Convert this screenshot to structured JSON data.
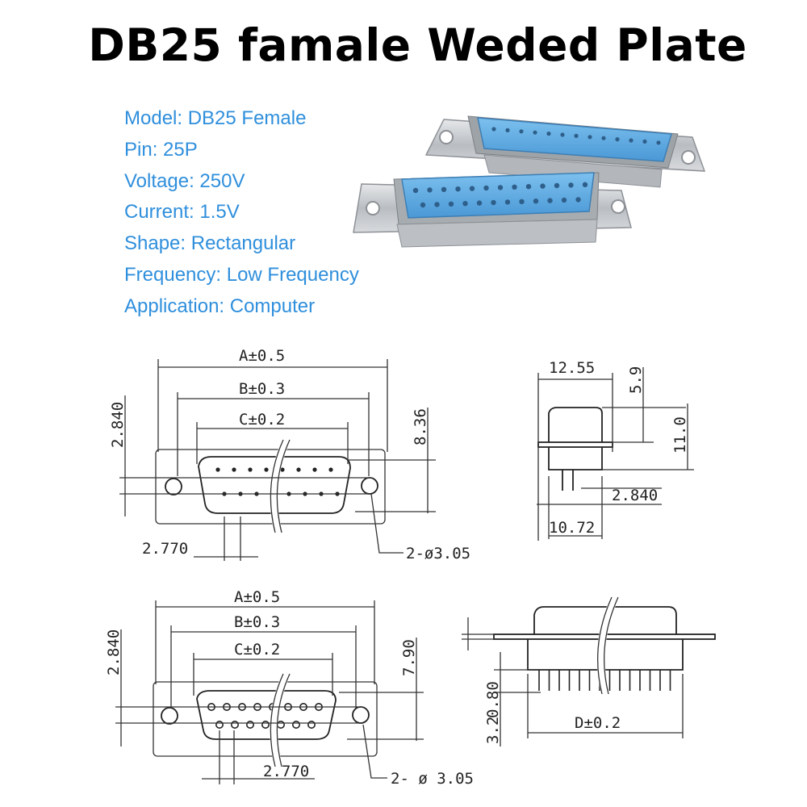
{
  "title": "DB25 famale Weded Plate",
  "specs": [
    "Model: DB25 Female",
    "Pin: 25P",
    "Voltage: 250V",
    "Current: 1.5V",
    "Shape: Rectangular",
    "Frequency: Low Frequency",
    "Application: Computer"
  ],
  "colors": {
    "spec_text": "#2f8fdc",
    "connector_insert": "#5aa8e0",
    "metal_shell": "#c9ccd0"
  },
  "drawing1": {
    "dim_a": "A±0.5",
    "dim_b": "B±0.3",
    "dim_c": "C±0.2",
    "dim_height": "2.840",
    "dim_depth": "8.36",
    "dim_pitch": "2.770",
    "dim_hole": "2-ø3.05"
  },
  "side1": {
    "dim_width": "12.55",
    "dim_top": "5.9",
    "dim_total": "11.0",
    "dim_pin": "2.840",
    "dim_base": "10.72"
  },
  "drawing2": {
    "dim_a": "A±0.5",
    "dim_b": "B±0.3",
    "dim_c": "C±0.2",
    "dim_height": "2.840",
    "dim_depth": "7.90",
    "dim_pitch": "2.770",
    "dim_hole": "2- ø 3.05"
  },
  "side2": {
    "dim_thick": "0.80",
    "dim_pin": "3.2",
    "dim_d": "D±0.2"
  }
}
